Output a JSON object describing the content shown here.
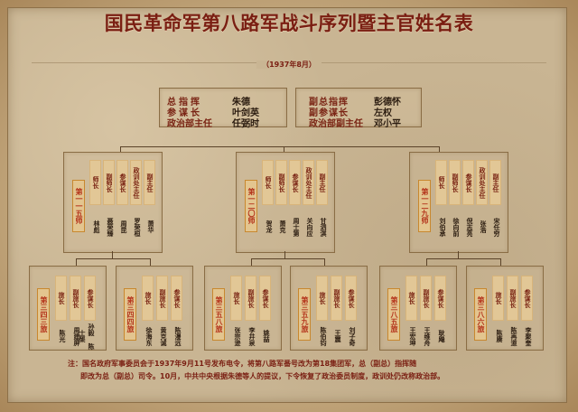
{
  "title": "国民革命军第八路军战斗序列暨主官姓名表",
  "date": "（1937年8月）",
  "hq": {
    "left": [
      {
        "role": "总指挥",
        "name": "朱德"
      },
      {
        "role": "参谋长",
        "name": "叶剑英"
      },
      {
        "role": "政治部主任",
        "name": "任弼时"
      }
    ],
    "right": [
      {
        "role": "副总指挥",
        "name": "彭德怀"
      },
      {
        "role": "副参谋长",
        "name": "左权"
      },
      {
        "role": "政治部副主任",
        "name": "邓小平"
      }
    ]
  },
  "divisions": [
    {
      "unit": "第一一五师",
      "roles": [
        "师长",
        "副师长",
        "参谋长",
        "政训处主任",
        "副主任"
      ],
      "names": [
        "林彪",
        "聂荣臻",
        "周昆",
        "罗荣桓",
        "萧华"
      ],
      "brigades": [
        {
          "unit": "第三四三旅",
          "roles": [
            "旅长",
            "副旅长",
            "参谋长"
          ],
          "names": [
            "陈光",
            "周建屏",
            "孙毅 陈士榘"
          ]
        },
        {
          "unit": "第三四四旅",
          "roles": [
            "旅长",
            "副旅长",
            "参谋长"
          ],
          "names": [
            "徐海东",
            "黄克诚",
            "陈漫远"
          ]
        }
      ]
    },
    {
      "unit": "第一二〇师",
      "roles": [
        "师长",
        "副师长",
        "参谋长",
        "政训处主任",
        "副主任"
      ],
      "names": [
        "贺龙",
        "萧克",
        "周士第",
        "关向应",
        "甘泗淇"
      ],
      "brigades": [
        {
          "unit": "第三五八旅",
          "roles": [
            "旅长",
            "副旅长",
            "参谋长"
          ],
          "names": [
            "张宗逊",
            "李井泉",
            "姚喆"
          ]
        },
        {
          "unit": "第三五九旅",
          "roles": [
            "旅长",
            "副旅长",
            "参谋长"
          ],
          "names": [
            "陈伯钧",
            "王震",
            "刘子奇"
          ]
        }
      ]
    },
    {
      "unit": "第一二九师",
      "roles": [
        "师长",
        "副师长",
        "参谋长",
        "政训处主任",
        "副主任"
      ],
      "names": [
        "刘伯承",
        "徐向前",
        "倪志亮",
        "张浩",
        "宋任穷"
      ],
      "brigades": [
        {
          "unit": "第三八五旅",
          "roles": [
            "旅长",
            "副旅长",
            "参谋长"
          ],
          "names": [
            "王宏坤",
            "王维舟",
            "耿飚"
          ]
        },
        {
          "unit": "第三八六旅",
          "roles": [
            "旅长",
            "副旅长",
            "参谋长"
          ],
          "names": [
            "陈赓",
            "陈再道",
            "李聚奎"
          ]
        }
      ]
    }
  ],
  "note": {
    "line1": "注：国名政府军事委员会于1937年9月11号发布电令，将第八路军番号改为第18集团军，总（副总）指挥随",
    "line2": "即改为总（副总）司令。10月，中共中央根据朱德等人的提议，下令恢复了政治委员制度，政训处仍改称政治部。"
  },
  "colors": {
    "title": "#7a1e12",
    "paper": "#c9b593",
    "border": "#8a6a3c",
    "role_bg": "#e2c796",
    "unit_tag_text": "#b4341c"
  }
}
